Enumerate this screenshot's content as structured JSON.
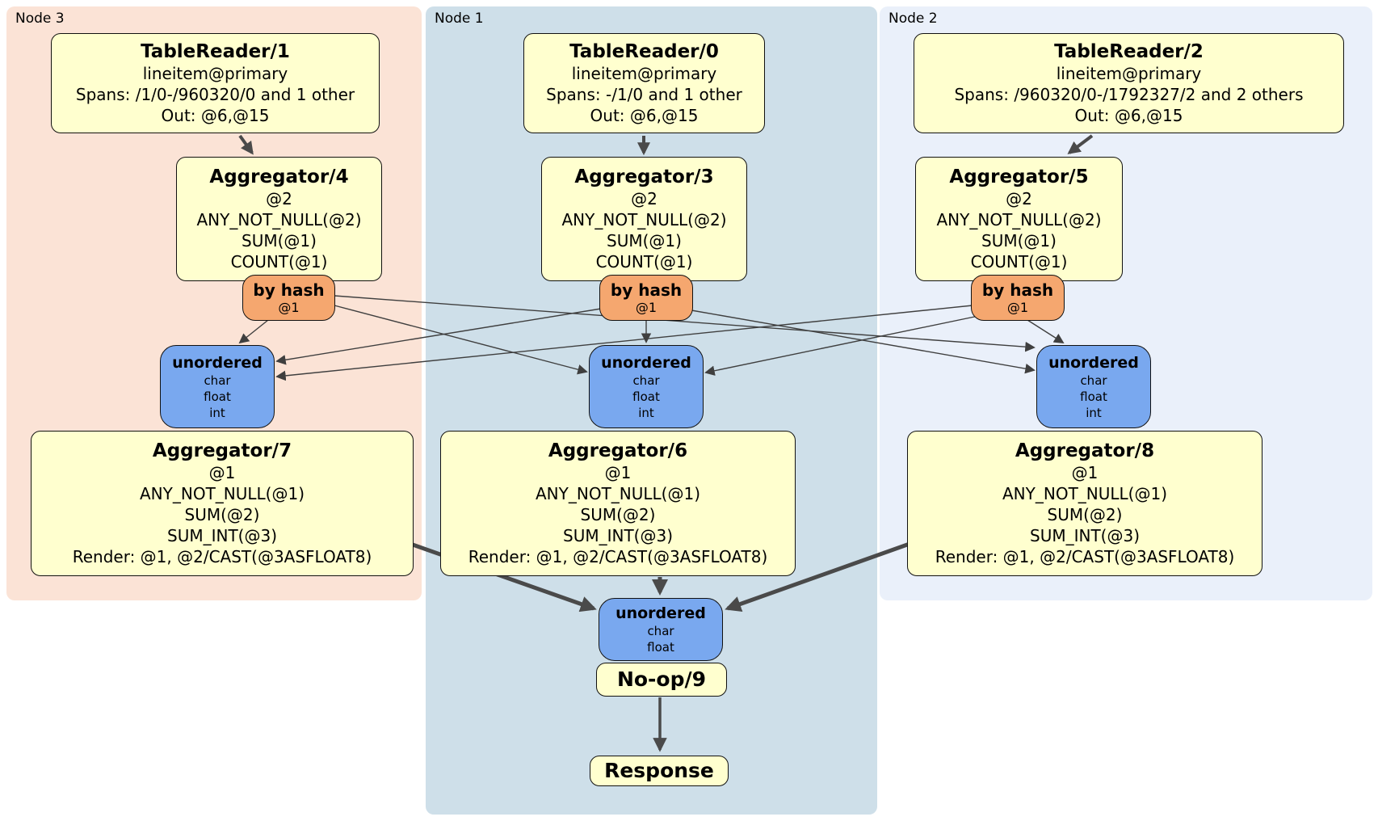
{
  "plan": {
    "regions": [
      {
        "label": "Node 3",
        "bg": "#FBE3D6"
      },
      {
        "label": "Node 1",
        "bg": "#CEDFE9"
      },
      {
        "label": "Node 2",
        "bg": "#EAF0FA"
      }
    ],
    "table_readers": [
      {
        "title": "TableReader/1",
        "lines": [
          "lineitem@primary",
          "Spans: /1/0-/960320/0 and 1 other",
          "Out: @6,@15"
        ]
      },
      {
        "title": "TableReader/0",
        "lines": [
          "lineitem@primary",
          "Spans: -/1/0 and 1 other",
          "Out: @6,@15"
        ]
      },
      {
        "title": "TableReader/2",
        "lines": [
          "lineitem@primary",
          "Spans: /960320/0-/1792327/2 and 2 others",
          "Out: @6,@15"
        ]
      }
    ],
    "stage1_aggregators": [
      {
        "title": "Aggregator/4",
        "lines": [
          "@2",
          "ANY_NOT_NULL(@2)",
          "SUM(@1)",
          "COUNT(@1)"
        ]
      },
      {
        "title": "Aggregator/3",
        "lines": [
          "@2",
          "ANY_NOT_NULL(@2)",
          "SUM(@1)",
          "COUNT(@1)"
        ]
      },
      {
        "title": "Aggregator/5",
        "lines": [
          "@2",
          "ANY_NOT_NULL(@2)",
          "SUM(@1)",
          "COUNT(@1)"
        ]
      }
    ],
    "hash_routers": [
      {
        "title": "by hash",
        "lines": [
          "@1"
        ]
      },
      {
        "title": "by hash",
        "lines": [
          "@1"
        ]
      },
      {
        "title": "by hash",
        "lines": [
          "@1"
        ]
      }
    ],
    "unordered_syncs": [
      {
        "title": "unordered",
        "lines": [
          "char",
          "float",
          "int"
        ]
      },
      {
        "title": "unordered",
        "lines": [
          "char",
          "float",
          "int"
        ]
      },
      {
        "title": "unordered",
        "lines": [
          "char",
          "float",
          "int"
        ]
      }
    ],
    "stage2_aggregators": [
      {
        "title": "Aggregator/7",
        "lines": [
          "@1",
          "ANY_NOT_NULL(@1)",
          "SUM(@2)",
          "SUM_INT(@3)",
          "Render: @1, @2/CAST(@3ASFLOAT8)"
        ]
      },
      {
        "title": "Aggregator/6",
        "lines": [
          "@1",
          "ANY_NOT_NULL(@1)",
          "SUM(@2)",
          "SUM_INT(@3)",
          "Render: @1, @2/CAST(@3ASFLOAT8)"
        ]
      },
      {
        "title": "Aggregator/8",
        "lines": [
          "@1",
          "ANY_NOT_NULL(@1)",
          "SUM(@2)",
          "SUM_INT(@3)",
          "Render: @1, @2/CAST(@3ASFLOAT8)"
        ]
      }
    ],
    "final_sync": {
      "title": "unordered",
      "lines": [
        "char",
        "float"
      ]
    },
    "noop": {
      "title": "No-op/9"
    },
    "response": {
      "title": "Response"
    },
    "palette": {
      "node3_bg": "#FBE3D6",
      "node1_bg": "#CEDFE9",
      "node2_bg": "#EAF0FA",
      "processor_bg": "#FFFFCF",
      "router_bg": "#F5A76F",
      "sync_bg": "#79A8EF",
      "edge_color": "#4A4A4A"
    }
  }
}
